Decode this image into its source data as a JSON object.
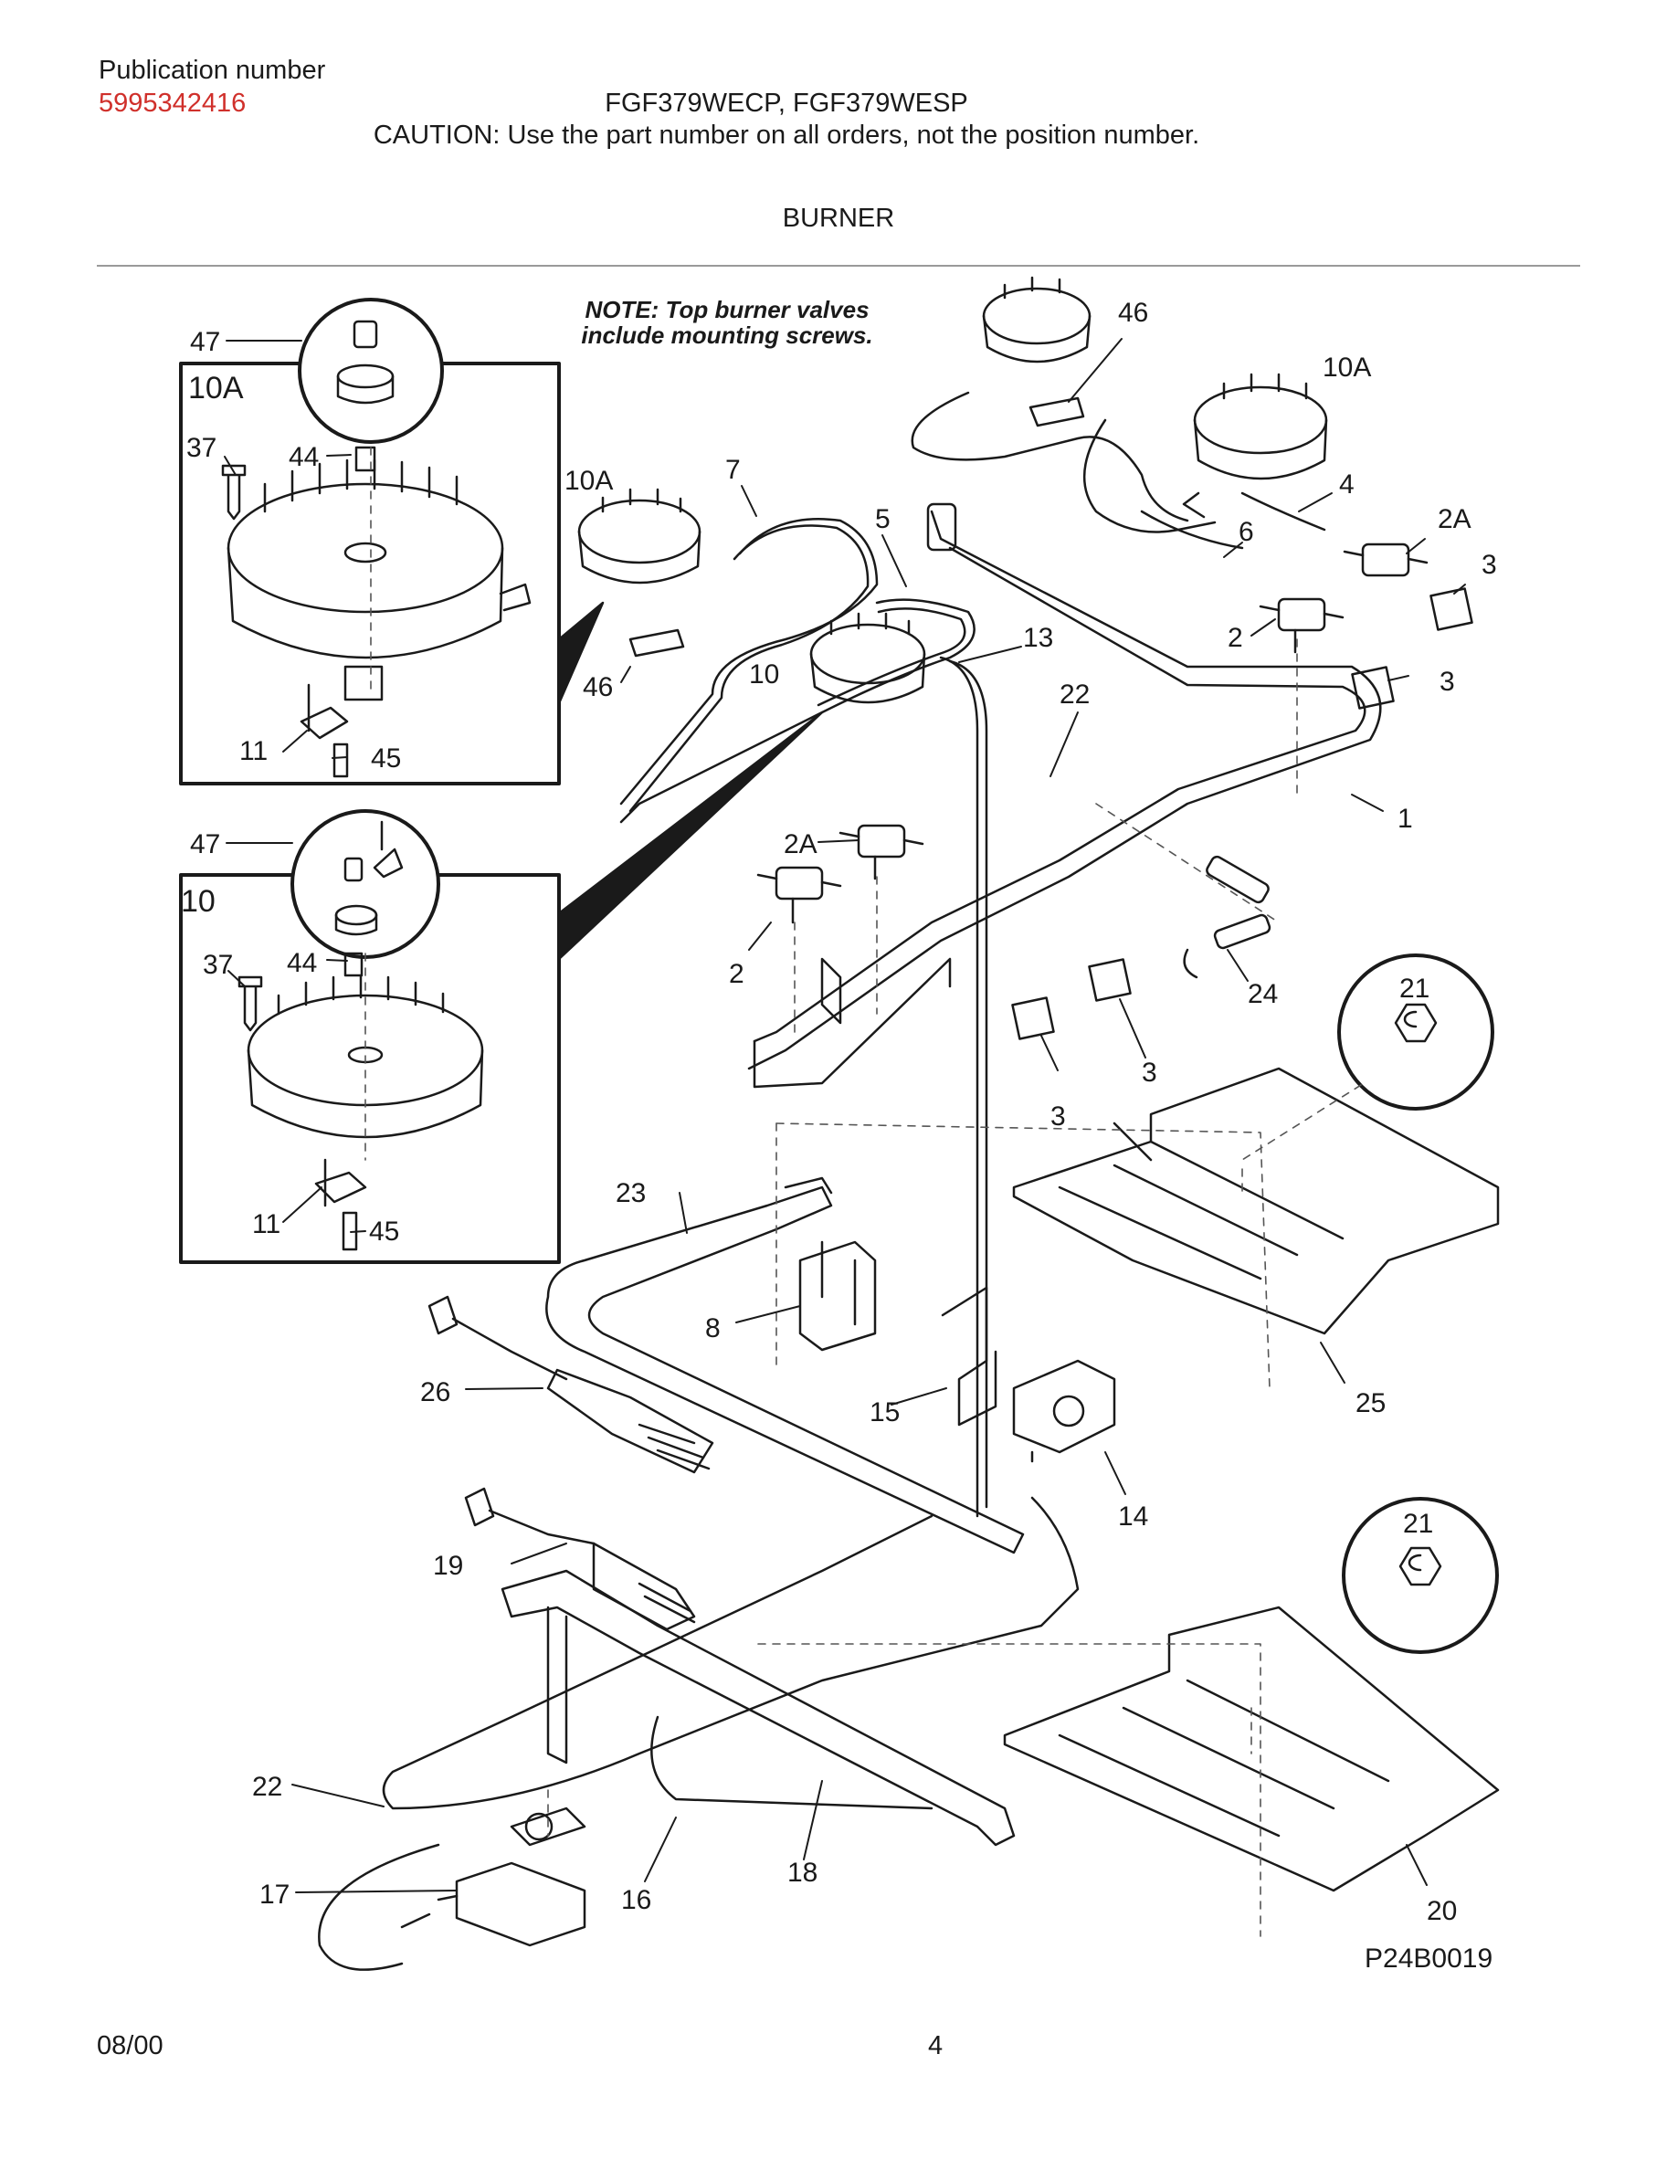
{
  "header": {
    "publication_label": "Publication number",
    "publication_number": "5995342416",
    "models": "FGF379WECP, FGF379WESP",
    "caution": "CAUTION:  Use the part number on all orders, not the position number.",
    "section_title": "BURNER"
  },
  "diagram": {
    "note_line1": "NOTE: Top burner valves",
    "note_line2": "include mounting screws.",
    "drawing_number": "P24B0019",
    "inset_10a_title": "10A",
    "inset_10_title": "10",
    "callouts": {
      "c1": "1",
      "c2a": "2",
      "c2b": "2",
      "c2Aa": "2A",
      "c2Ab": "2A",
      "c3a": "3",
      "c3b": "3",
      "c3c": "3",
      "c3d": "3",
      "c4": "4",
      "c5": "5",
      "c6": "6",
      "c7": "7",
      "c8": "8",
      "c10": "10",
      "c10Aa": "10A",
      "c10Ab": "10A",
      "c11a": "11",
      "c11b": "11",
      "c13": "13",
      "c14": "14",
      "c15": "15",
      "c16": "16",
      "c17": "17",
      "c18": "18",
      "c19": "19",
      "c20": "20",
      "c21a": "21",
      "c21b": "21",
      "c22a": "22",
      "c22b": "22",
      "c23": "23",
      "c24": "24",
      "c25": "25",
      "c26": "26",
      "c37a": "37",
      "c37b": "37",
      "c44a": "44",
      "c44b": "44",
      "c45a": "45",
      "c45b": "45",
      "c46a": "46",
      "c46b": "46",
      "c47a": "47",
      "c47b": "47"
    }
  },
  "footer": {
    "date": "08/00",
    "page": "4"
  }
}
